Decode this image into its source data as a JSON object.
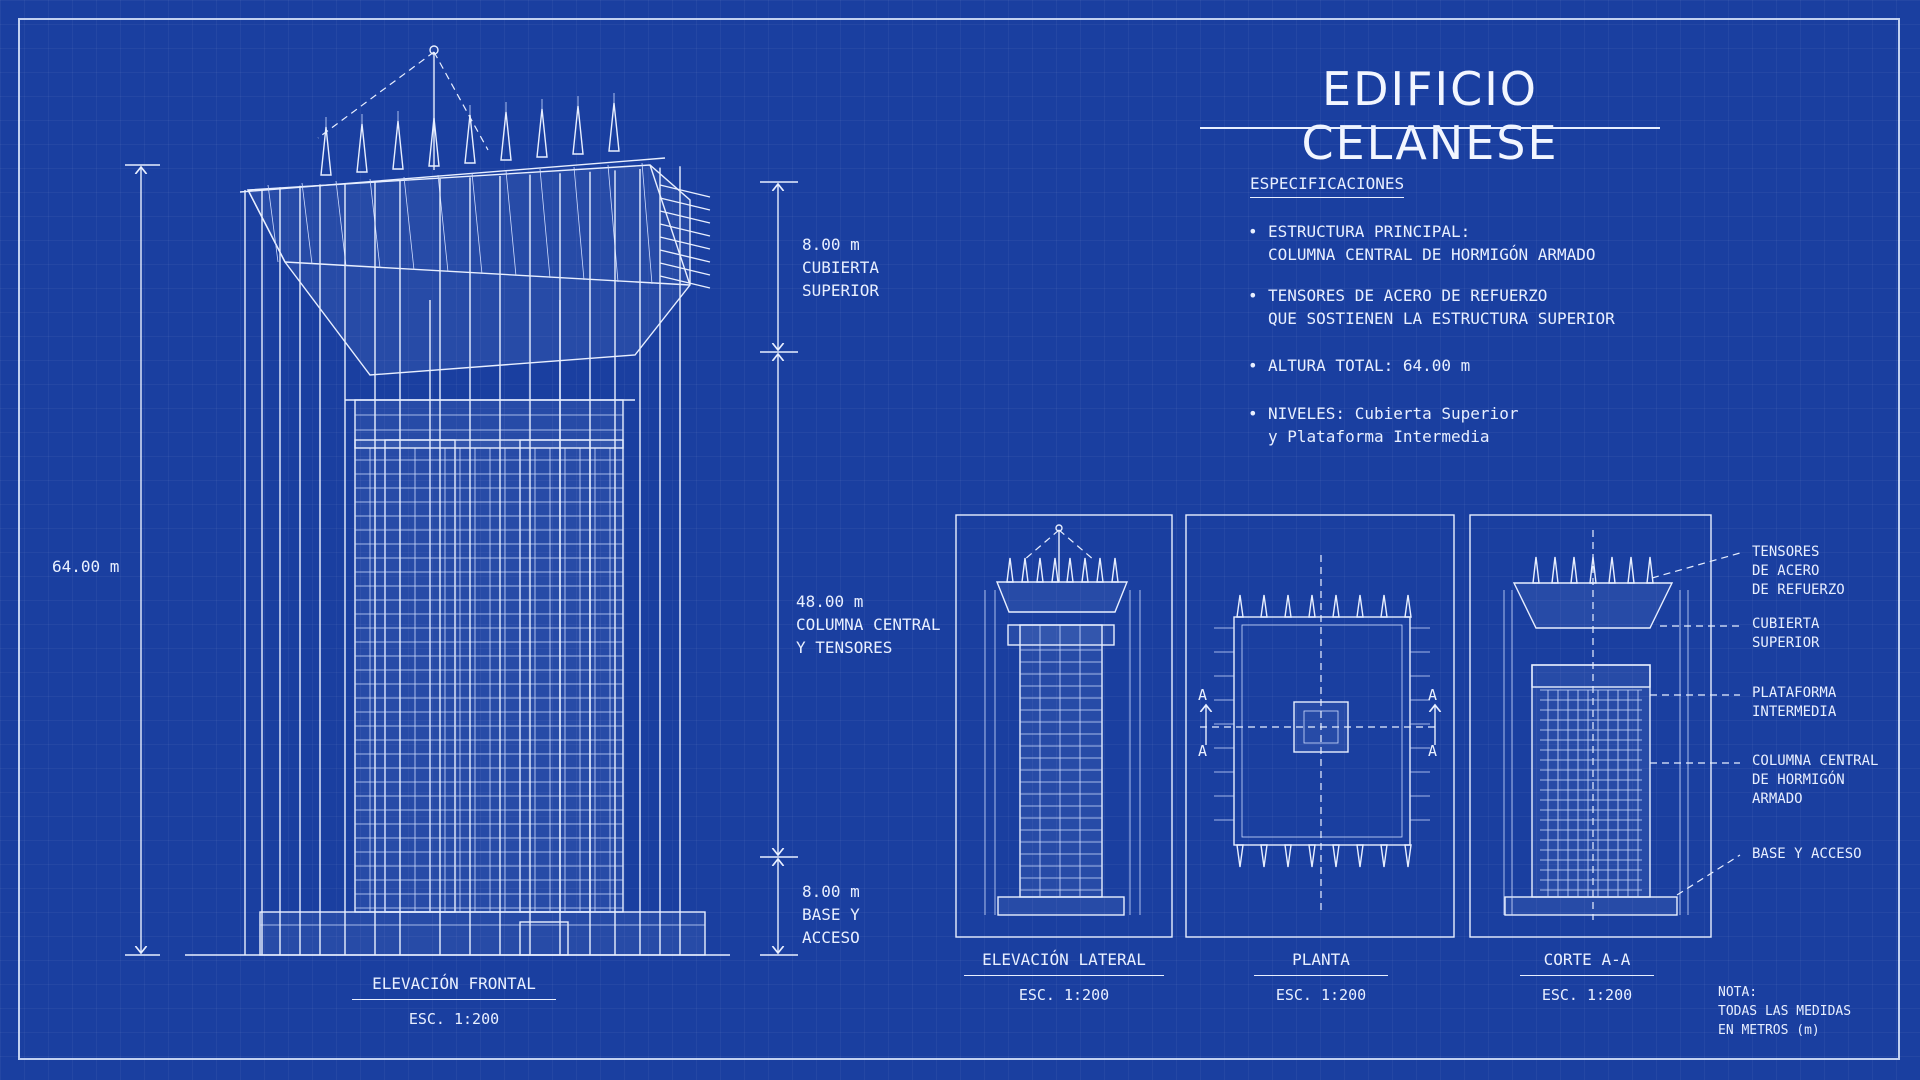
{
  "title": "EDIFICIO CELANESE",
  "specs": {
    "heading": "ESPECIFICACIONES",
    "items": [
      "ESTRUCTURA PRINCIPAL:\nCOLUMNA CENTRAL DE HORMIGÓN ARMADO",
      "TENSORES DE ACERO DE REFUERZO\nQUE SOSTIENEN LA ESTRUCTURA SUPERIOR",
      "ALTURA TOTAL: 64.00 m",
      "NIVELES: Cubierta Superior\ny Plataforma Intermedia"
    ]
  },
  "dimensions": {
    "total": "64.00 m",
    "top": "8.00 m\nCUBIERTA\nSUPERIOR",
    "middle": "48.00 m\nCOLUMNA CENTRAL\nY TENSORES",
    "bottom": "8.00 m\nBASE Y\nACCESO"
  },
  "views": {
    "frontal": {
      "name": "ELEVACIÓN FRONTAL",
      "scale": "ESC. 1:200"
    },
    "lateral": {
      "name": "ELEVACIÓN LATERAL",
      "scale": "ESC. 1:200"
    },
    "planta": {
      "name": "PLANTA",
      "scale": "ESC. 1:200"
    },
    "corte": {
      "name": "CORTE A-A",
      "scale": "ESC. 1:200"
    }
  },
  "section_marks": {
    "a": "A"
  },
  "callouts": [
    "TENSORES\nDE ACERO\nDE REFUERZO",
    "CUBIERTA\nSUPERIOR",
    "PLATAFORMA\nINTERMEDIA",
    "COLUMNA CENTRAL\nDE HORMIGÓN\nARMADO",
    "BASE Y ACCESO"
  ],
  "note": "NOTA:\nTODAS LAS MEDIDAS\nEN METROS (m)",
  "colors": {
    "background": "#1a3fa0",
    "line": "#e8efff"
  }
}
